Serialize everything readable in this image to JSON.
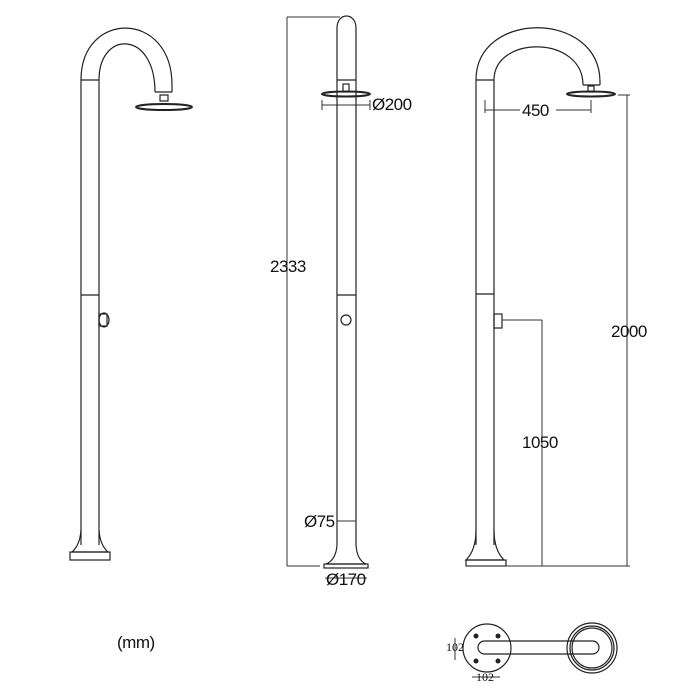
{
  "units_label": "(mm)",
  "dimensions": {
    "head_diameter": "Ø200",
    "total_height": "2333",
    "arm_reach": "450",
    "head_height": "2000",
    "valve_height": "1050",
    "pipe_diameter": "Ø75",
    "base_diameter": "Ø170",
    "base_plate_width": "102",
    "base_plate_depth": "102"
  },
  "views": [
    "side-view",
    "front-view",
    "dimensioned-side-view",
    "top-view"
  ]
}
